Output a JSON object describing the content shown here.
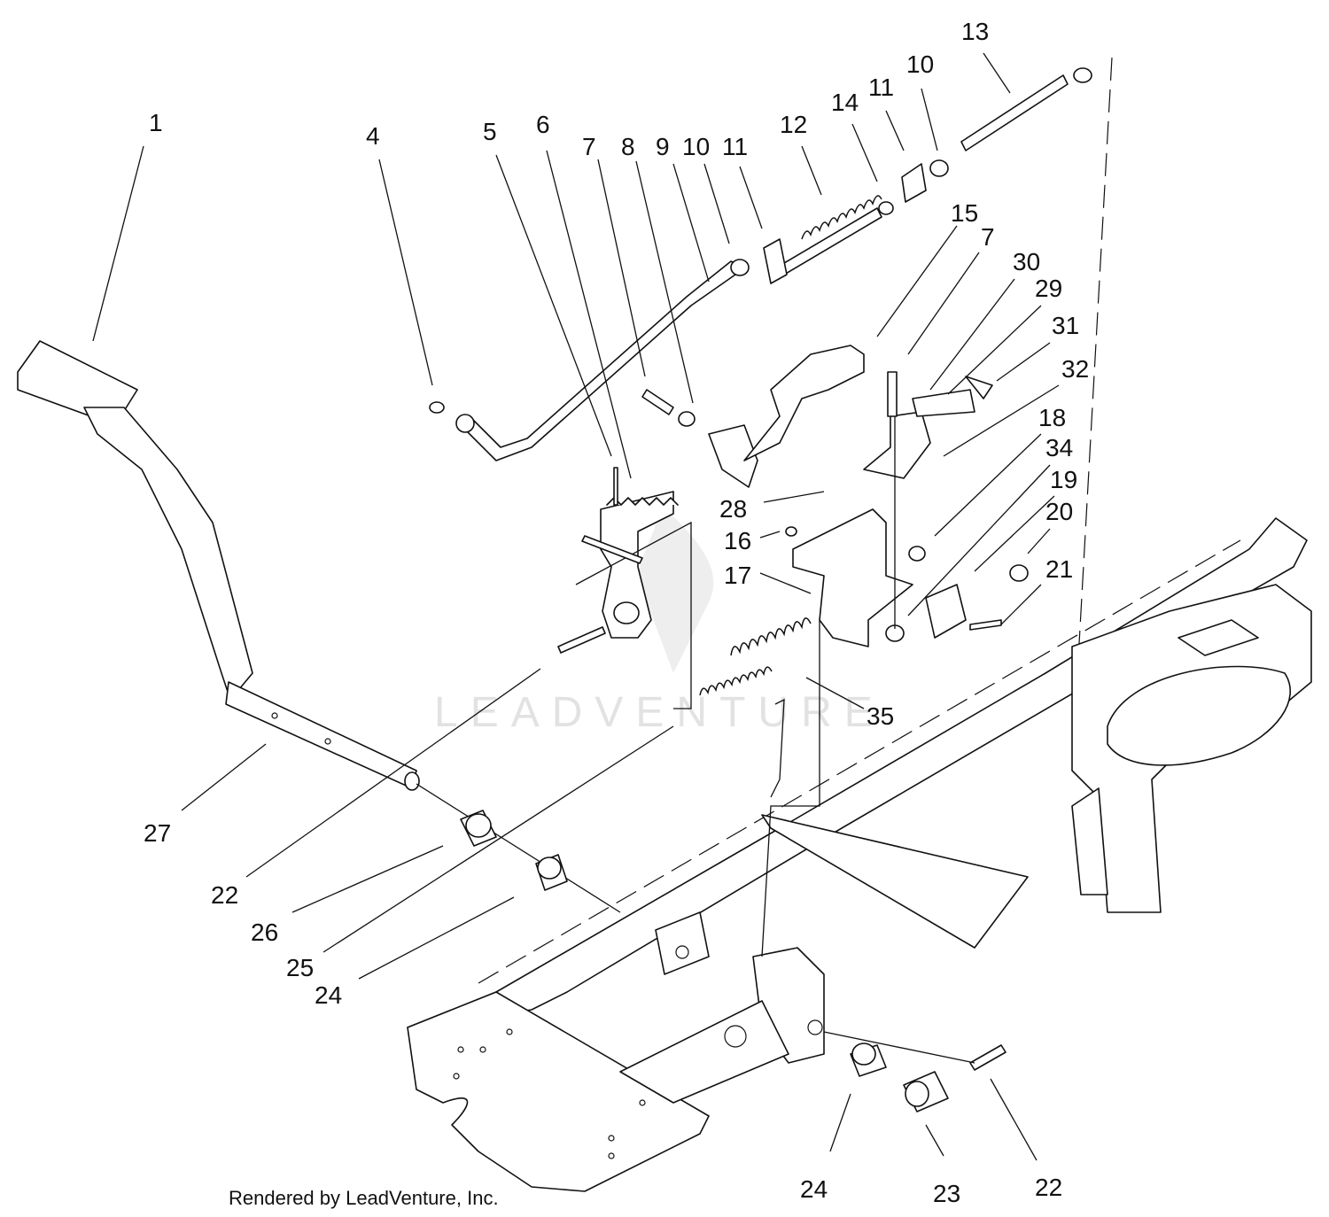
{
  "diagram": {
    "callouts": [
      {
        "id": "c1",
        "label": "1"
      },
      {
        "id": "c4",
        "label": "4"
      },
      {
        "id": "c5",
        "label": "5"
      },
      {
        "id": "c6",
        "label": "6"
      },
      {
        "id": "c7a",
        "label": "7"
      },
      {
        "id": "c8",
        "label": "8"
      },
      {
        "id": "c9",
        "label": "9"
      },
      {
        "id": "c10a",
        "label": "10"
      },
      {
        "id": "c11a",
        "label": "11"
      },
      {
        "id": "c12",
        "label": "12"
      },
      {
        "id": "c14",
        "label": "14"
      },
      {
        "id": "c11b",
        "label": "11"
      },
      {
        "id": "c10b",
        "label": "10"
      },
      {
        "id": "c13",
        "label": "13"
      },
      {
        "id": "c15",
        "label": "15"
      },
      {
        "id": "c7b",
        "label": "7"
      },
      {
        "id": "c30",
        "label": "30"
      },
      {
        "id": "c29",
        "label": "29"
      },
      {
        "id": "c31",
        "label": "31"
      },
      {
        "id": "c32",
        "label": "32"
      },
      {
        "id": "c18",
        "label": "18"
      },
      {
        "id": "c34",
        "label": "34"
      },
      {
        "id": "c19",
        "label": "19"
      },
      {
        "id": "c20",
        "label": "20"
      },
      {
        "id": "c21",
        "label": "21"
      },
      {
        "id": "c28",
        "label": "28"
      },
      {
        "id": "c16",
        "label": "16"
      },
      {
        "id": "c17",
        "label": "17"
      },
      {
        "id": "c35",
        "label": "35"
      },
      {
        "id": "c27",
        "label": "27"
      },
      {
        "id": "c22a",
        "label": "22"
      },
      {
        "id": "c26",
        "label": "26"
      },
      {
        "id": "c25",
        "label": "25"
      },
      {
        "id": "c24a",
        "label": "24"
      },
      {
        "id": "c24b",
        "label": "24"
      },
      {
        "id": "c23",
        "label": "23"
      },
      {
        "id": "c22b",
        "label": "22"
      }
    ],
    "watermark_text": "LEADVENTURE",
    "footer_text": "Rendered by LeadVenture, Inc.",
    "colors": {
      "line": "#111111",
      "background": "#ffffff",
      "watermark": "#e2e2e2"
    }
  }
}
